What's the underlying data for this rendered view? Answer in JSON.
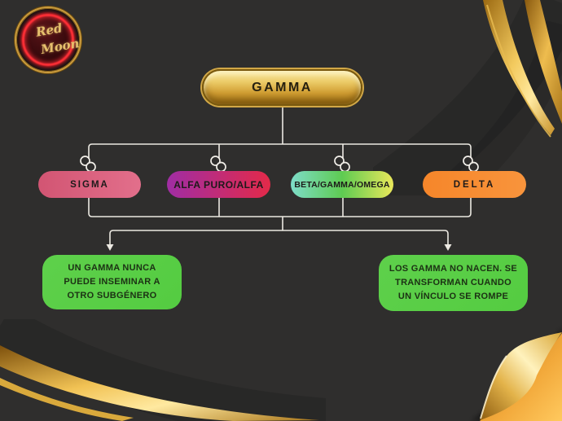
{
  "page": {
    "background_color": "#2f2e2d",
    "connector_color": "#ece9e2",
    "accent_gold": "#e0b04a"
  },
  "logo": {
    "word1": "Red",
    "word2": "Moon"
  },
  "icons": {
    "child_marker": "two-linked-rings"
  },
  "diagram": {
    "root": {
      "label": "GAMMA",
      "colors": [
        "#f8eaa6",
        "#eccb67",
        "#d09d32",
        "#a87716"
      ]
    },
    "children": [
      {
        "label": "SIGMA",
        "colors": [
          "#d25573",
          "#e26f8b"
        ]
      },
      {
        "label": "ALFA PURO/ALFA",
        "colors": [
          "#a02da4",
          "#e32a49"
        ]
      },
      {
        "label": "BETA/GAMMA/OMEGA",
        "colors": [
          "#7edcc8",
          "#5ecb52",
          "#e9e75a"
        ]
      },
      {
        "label": "DELTA",
        "colors": [
          "#f6862a",
          "#f8943c"
        ]
      }
    ],
    "notes": [
      {
        "text": "UN GAMMA NUNCA\nPUEDE INSEMINAR A\nOTRO SUBGÉNERO",
        "colors": [
          "#5ed04b",
          "#54cc41"
        ]
      },
      {
        "text": "LOS GAMMA NO NACEN. SE\nTRANSFORMAN CUANDO\nUN VÍNCULO SE ROMPE",
        "colors": [
          "#5ed04b",
          "#54cc41"
        ]
      }
    ]
  }
}
